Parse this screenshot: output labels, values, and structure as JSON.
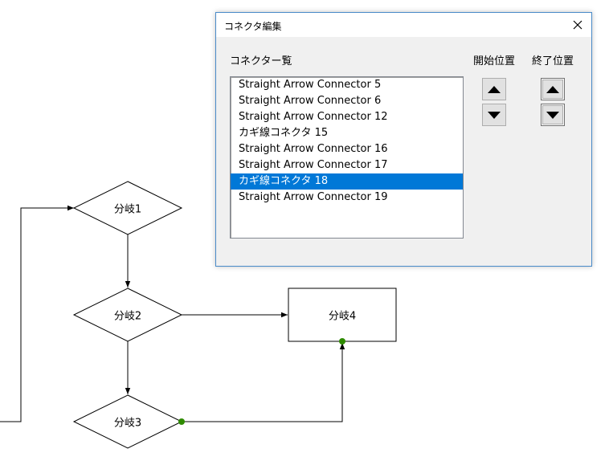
{
  "flowchart": {
    "shapes": {
      "branch1": "分岐1",
      "branch2": "分岐2",
      "branch3": "分岐3",
      "branch4": "分岐4"
    },
    "connector_color": "#000000",
    "handle_color": "#2e8b00"
  },
  "dialog": {
    "title": "コネクタ編集",
    "close_icon": "close-icon",
    "list_label": "コネクター覧",
    "start_label": "開始位置",
    "end_label": "終了位置",
    "items": [
      {
        "label": "Straight Arrow Connector 5",
        "selected": false
      },
      {
        "label": "Straight Arrow Connector 6",
        "selected": false
      },
      {
        "label": "Straight Arrow Connector 12",
        "selected": false
      },
      {
        "label": "カギ線コネクタ 15",
        "selected": false
      },
      {
        "label": "Straight Arrow Connector 16",
        "selected": false
      },
      {
        "label": "Straight Arrow Connector 17",
        "selected": false
      },
      {
        "label": "カギ線コネクタ 18",
        "selected": true
      },
      {
        "label": "Straight Arrow Connector 19",
        "selected": false
      }
    ],
    "selection_color": "#0078d7"
  }
}
